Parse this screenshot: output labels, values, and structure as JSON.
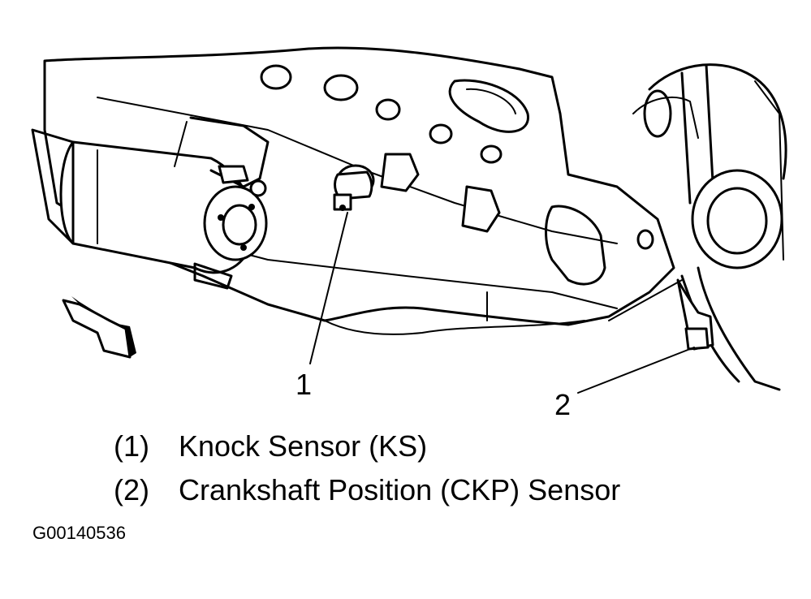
{
  "callouts": {
    "one": "1",
    "two": "2"
  },
  "legend": [
    {
      "number": "(1)",
      "label": "Knock Sensor (KS)"
    },
    {
      "number": "(2)",
      "label": "Crankshaft Position (CKP) Sensor"
    }
  ],
  "figure_id": "G00140536",
  "colors": {
    "ink": "#000000",
    "paper": "#ffffff"
  }
}
